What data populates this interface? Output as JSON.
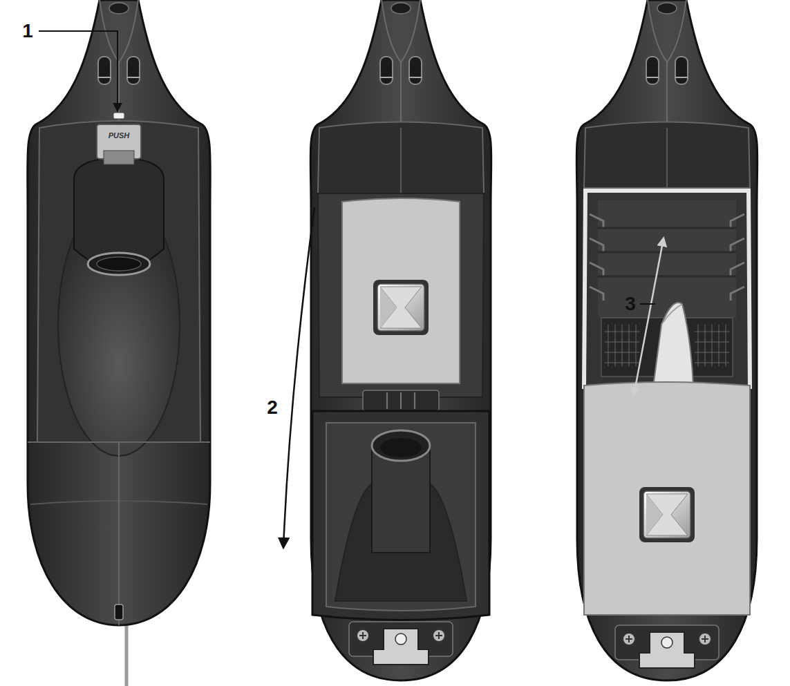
{
  "diagram": {
    "labels": [
      "1",
      "PUSH",
      "2",
      "3"
    ]
  }
}
